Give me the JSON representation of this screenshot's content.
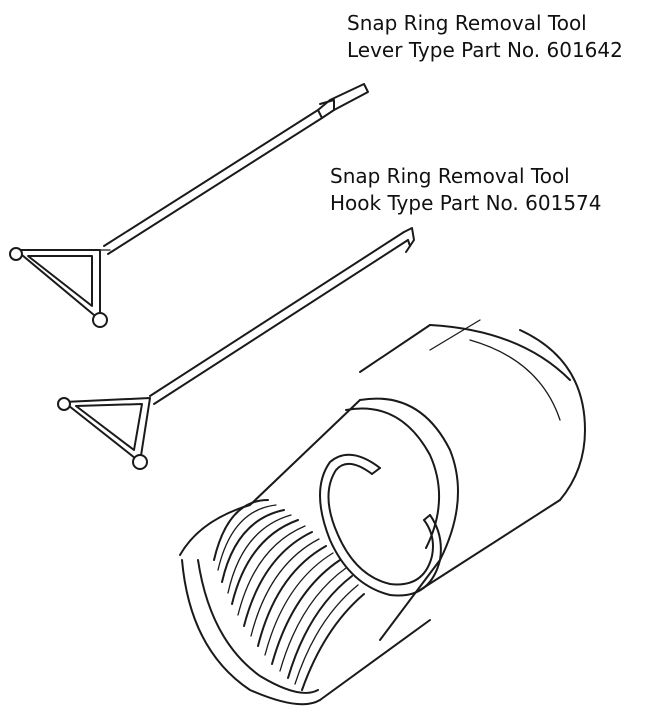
{
  "tools": {
    "lever": {
      "line1": "Snap Ring Removal Tool",
      "line2": "Lever Type Part No. 601642"
    },
    "hook": {
      "line1": "Snap Ring Removal Tool",
      "line2": "Hook Type Part No. 601574"
    }
  }
}
